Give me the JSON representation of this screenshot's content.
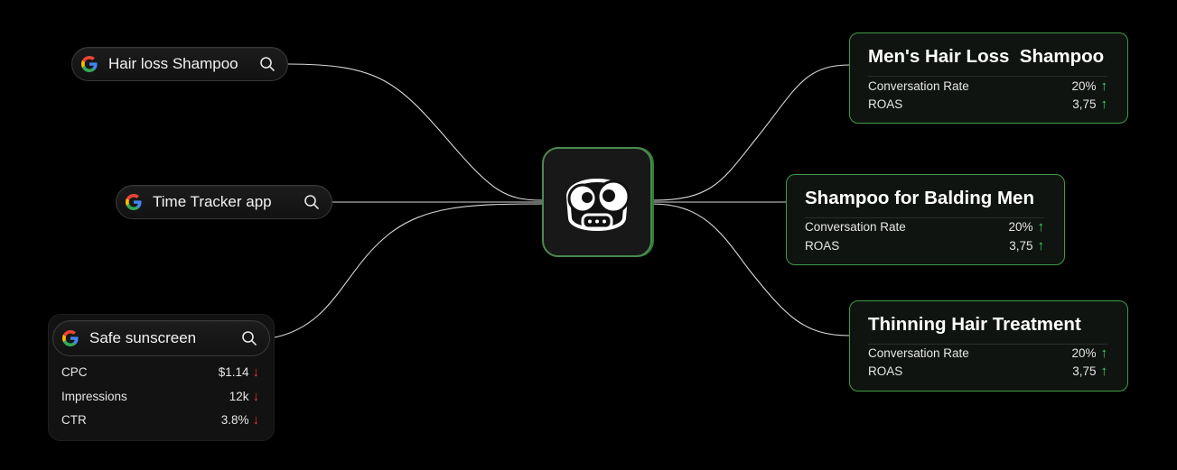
{
  "hub": {
    "logo_icon": "cartoon-face-logo"
  },
  "searches": [
    {
      "query": "Hair loss Shampoo",
      "icon": "google-icon",
      "action_icon": "search-icon"
    },
    {
      "query": "Time Tracker app",
      "icon": "google-icon",
      "action_icon": "search-icon"
    },
    {
      "query": "Safe sunscreen",
      "icon": "google-icon",
      "action_icon": "search-icon",
      "metrics": [
        {
          "label": "CPC",
          "value": "$1.14",
          "trend": "down"
        },
        {
          "label": "Impressions",
          "value": "12k",
          "trend": "down"
        },
        {
          "label": "CTR",
          "value": "3.8%",
          "trend": "down"
        }
      ]
    }
  ],
  "results": [
    {
      "title": "Men's Hair Loss  Shampoo",
      "metrics": [
        {
          "label": "Conversation Rate",
          "value": "20%",
          "trend": "up"
        },
        {
          "label": "ROAS",
          "value": "3,75",
          "trend": "up"
        }
      ]
    },
    {
      "title": "Shampoo for Balding Men",
      "metrics": [
        {
          "label": "Conversation Rate",
          "value": "20%",
          "trend": "up"
        },
        {
          "label": "ROAS",
          "value": "3,75",
          "trend": "up"
        }
      ]
    },
    {
      "title": "Thinning Hair Treatment",
      "metrics": [
        {
          "label": "Conversation Rate",
          "value": "20%",
          "trend": "up"
        },
        {
          "label": "ROAS",
          "value": "3,75",
          "trend": "up"
        }
      ]
    }
  ],
  "colors": {
    "up": "#3ddc6a",
    "down": "#e23b3b",
    "accent_border": "#3f9a4a",
    "background": "#000000"
  }
}
